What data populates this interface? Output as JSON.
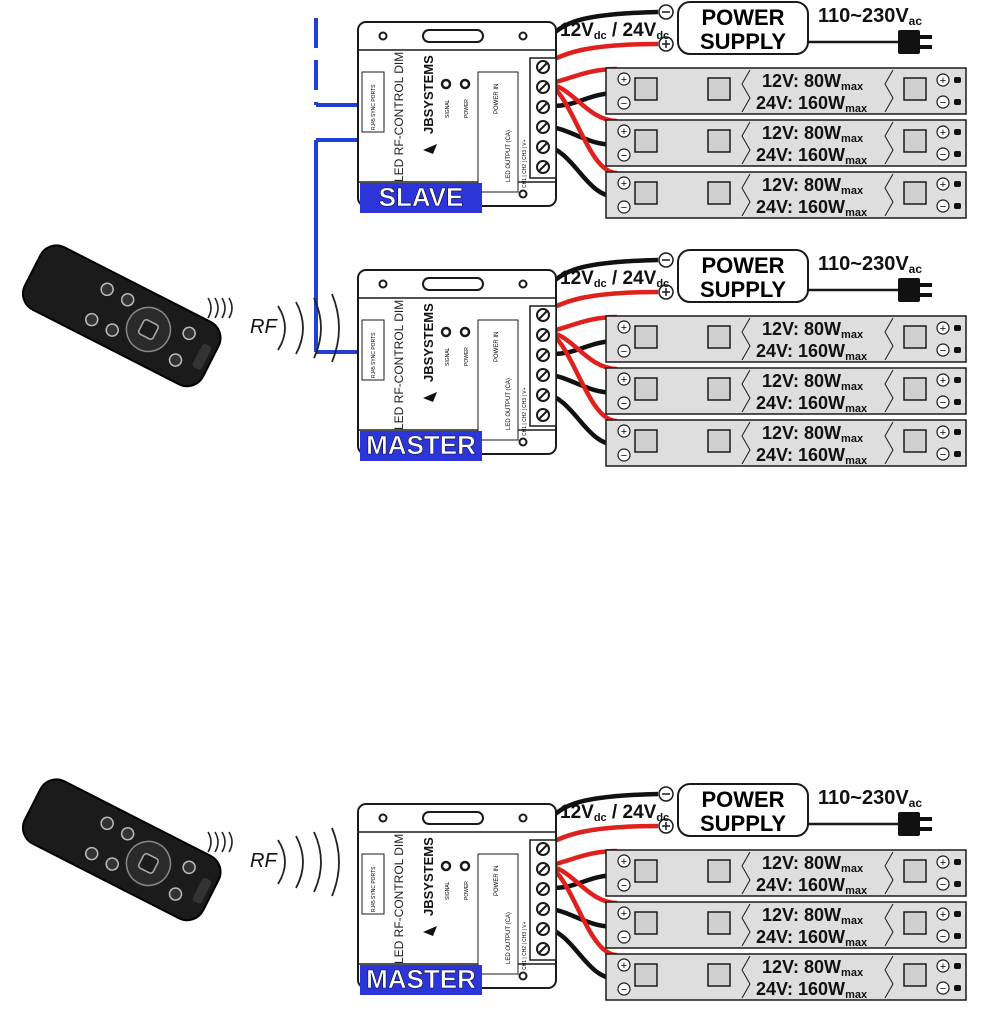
{
  "colors": {
    "link_blue": "#1f3fd6",
    "label_blue": "#2b35d8",
    "wire_red": "#e0201c",
    "wire_black": "#111111",
    "strip_gray": "#dedede",
    "outline": "#1a1a1a"
  },
  "labels": {
    "supply_voltage": "12V",
    "supply_voltage_unit": "dc",
    "supply_voltage_alt": "24V",
    "power_supply_line1": "POWER",
    "power_supply_line2": "SUPPLY",
    "mains_voltage": "110~230V",
    "mains_unit": "ac",
    "strip_12v": "12V: 80W",
    "strip_24v": "24V: 160W",
    "strip_unit": "max",
    "rf": "RF",
    "brand": "JBSYSTEMS",
    "device_name": "LED RF-CONTROL DIM",
    "signal_led": "SIGNAL",
    "power_led": "POWER",
    "power_in": "POWER IN",
    "led_output": "LED OUTPUT (CA)",
    "channels": "CH1 | CH2 | CH3 | V+",
    "slave_ports": "RJ45 SYNC PORTS"
  },
  "groups": [
    {
      "role": "SLAVE",
      "has_remote": false
    },
    {
      "role": "MASTER",
      "has_remote": true
    },
    {
      "role": "MASTER",
      "has_remote": true
    }
  ]
}
